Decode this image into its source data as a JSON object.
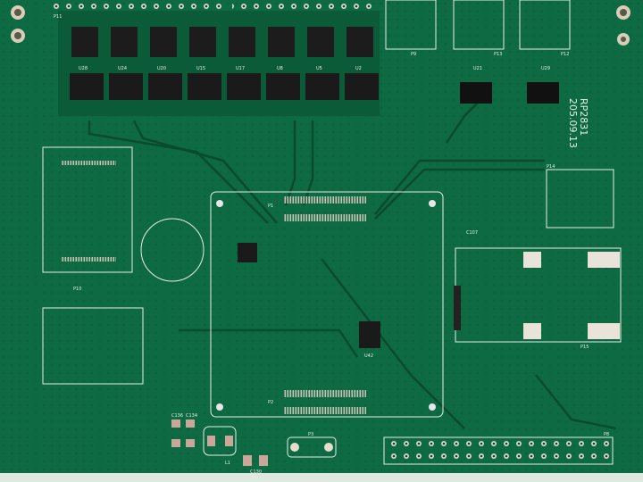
{
  "board": {
    "revision_label": "RP2831",
    "date_label": "205.09.13",
    "colors": {
      "solder_mask": "#0e6a42",
      "mask_dark": "#0a5535",
      "trace": "#0b4f31",
      "pad": "#c9a79a",
      "silk": "#e6efe8",
      "ic": "#1a1a1a"
    }
  },
  "labels": {
    "p11": "P11",
    "p9": "P9",
    "p13": "P13",
    "p12": "P12",
    "u21": "U21",
    "u29": "U29",
    "p14": "P14",
    "p15": "P15",
    "p3": "P3",
    "l1": "L1",
    "c136": "C136",
    "c134": "C134",
    "c130": "C130",
    "u42": "U42",
    "p2": "P2",
    "p1": "P1",
    "p8": "P8",
    "p10": "P10",
    "c107": "C107"
  },
  "driver_labels": [
    "U28",
    "U24",
    "U20",
    "U15",
    "U17",
    "U8",
    "U5",
    "U2"
  ]
}
